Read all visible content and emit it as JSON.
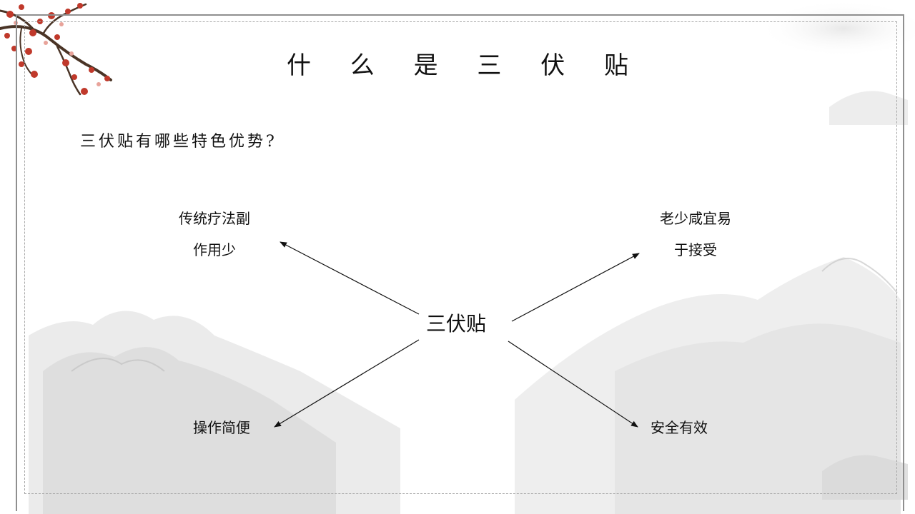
{
  "slide": {
    "title": "什 么 是 三 伏 贴",
    "question": "三伏贴有哪些特色优势?",
    "center": "三伏贴",
    "top_left": [
      "传统疗法副",
      "作用少"
    ],
    "top_right": [
      "老少咸宜易",
      "于接受"
    ],
    "bottom_left": "操作简便",
    "bottom_right": "安全有效"
  },
  "colors": {
    "frame": "#8f8f8f",
    "ink": "#111111",
    "blossom": "#c0392b",
    "branch": "#4a3426",
    "mountain": "#d9d9d9"
  }
}
